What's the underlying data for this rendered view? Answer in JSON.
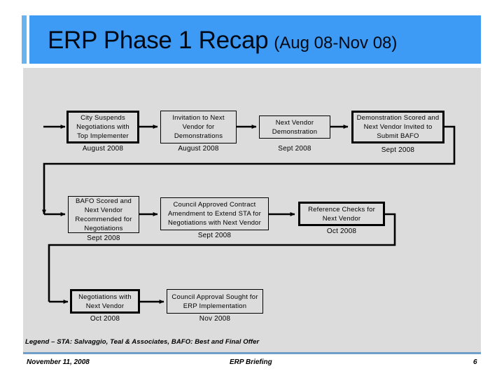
{
  "slide": {
    "title_main": "ERP Phase 1 Recap",
    "title_sub": "(Aug 08-Nov 08)",
    "accent_color": "#3d9bf5",
    "accent_bar_color": "#69b3f0",
    "content_bg": "#dcdcdc",
    "footer_rule_color": "#6f9fc8"
  },
  "diagram": {
    "nodes": [
      {
        "id": "city-suspends-negotiations",
        "label": "City Suspends Negotiations with Top Implementer",
        "date": "August 2008",
        "emphasis": true
      },
      {
        "id": "invitation-next-vendor",
        "label": "Invitation to Next Vendor for Demonstrations",
        "date": "August 2008",
        "emphasis": false
      },
      {
        "id": "next-vendor-demonstration",
        "label": "Next Vendor Demonstration",
        "date": "Sept 2008",
        "emphasis": false
      },
      {
        "id": "demonstration-scored-bafo",
        "label": "Demonstration Scored and Next Vendor Invited to Submit BAFO",
        "date": "Sept  2008",
        "emphasis": true
      },
      {
        "id": "bafo-scored-recommended",
        "label": "BAFO Scored and Next Vendor Recommended for Negotiations",
        "date": "Sept 2008",
        "emphasis": false
      },
      {
        "id": "council-approved-amendment",
        "label": "Council Approved Contract Amendment to Extend STA for Negotiations with Next Vendor",
        "date": "Sept 2008",
        "emphasis": false
      },
      {
        "id": "reference-checks",
        "label": "Reference Checks for Next Vendor",
        "date": "Oct 2008",
        "emphasis": true
      },
      {
        "id": "negotiations-next-vendor",
        "label": "Negotiations with Next Vendor",
        "date": "Oct 2008",
        "emphasis": true
      },
      {
        "id": "council-approval-sought",
        "label": "Council Approval Sought for ERP Implementation",
        "date": "Nov 2008",
        "emphasis": false
      }
    ]
  },
  "legend": {
    "text": "Legend – STA: Salvaggio, Teal & Associates, BAFO: Best and Final Offer"
  },
  "footer": {
    "date": "November 11, 2008",
    "title": "ERP Briefing",
    "page": "6"
  }
}
